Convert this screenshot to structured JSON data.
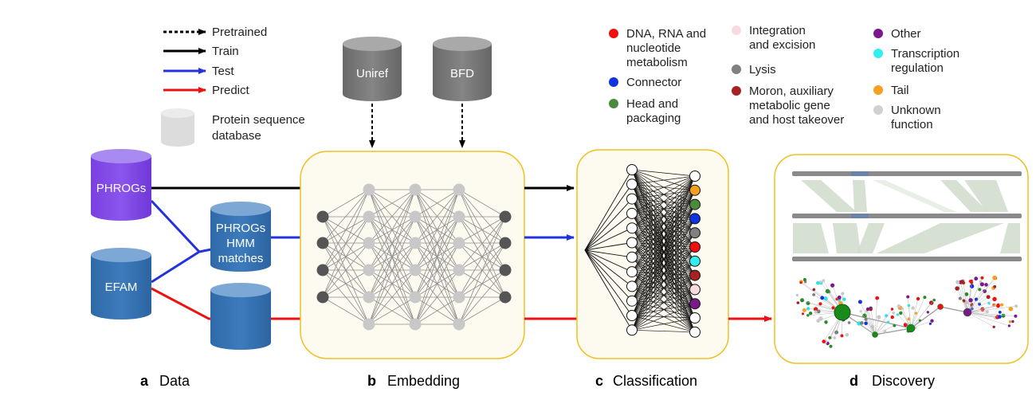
{
  "legend_arrows": [
    {
      "label": "Pretrained",
      "style": "dashed",
      "color": "#000000"
    },
    {
      "label": "Train",
      "style": "solid",
      "color": "#000000"
    },
    {
      "label": "Test",
      "style": "solid",
      "color": "#2233dd"
    },
    {
      "label": "Predict",
      "style": "solid",
      "color": "#ee1111"
    }
  ],
  "legend_db": {
    "line1": "Protein sequence",
    "line2": "database"
  },
  "databases": {
    "phrogs": "PHROGs",
    "efam": "EFAM",
    "hmm": [
      "PHROGs",
      "HMM",
      "matches"
    ],
    "uniref": "Uniref",
    "bfd": "BFD"
  },
  "categories": [
    {
      "lines": [
        "DNA, RNA and",
        "nucleotide",
        "metabolism"
      ],
      "color": "#ee1111"
    },
    {
      "lines": [
        "Connector"
      ],
      "color": "#1133dd"
    },
    {
      "lines": [
        "Head and",
        "packaging"
      ],
      "color": "#4a8a3a"
    },
    {
      "lines": [
        "Integration",
        "and excision"
      ],
      "color": "#f8dbe0"
    },
    {
      "lines": [
        "Lysis"
      ],
      "color": "#808080"
    },
    {
      "lines": [
        "Moron, auxiliary",
        "metabolic gene",
        "and host takeover"
      ],
      "color": "#a52222"
    },
    {
      "lines": [
        "Other"
      ],
      "color": "#7a1a8a"
    },
    {
      "lines": [
        "Transcription",
        "regulation"
      ],
      "color": "#33eeee"
    },
    {
      "lines": [
        "Tail"
      ],
      "color": "#f5a020"
    },
    {
      "lines": [
        "Unknown",
        "function"
      ],
      "color": "#d0d0d0"
    }
  ],
  "panels": [
    {
      "letter": "a",
      "name": "Data"
    },
    {
      "letter": "b",
      "name": "Embedding"
    },
    {
      "letter": "c",
      "name": "Classification"
    },
    {
      "letter": "d",
      "name": "Discovery"
    }
  ],
  "output_node_colors": [
    "#ffffff",
    "#f5a020",
    "#4a8a3a",
    "#1133dd",
    "#808080",
    "#ee1111",
    "#33eeee",
    "#a52222",
    "#f8dbe0",
    "#7a1a8a"
  ]
}
